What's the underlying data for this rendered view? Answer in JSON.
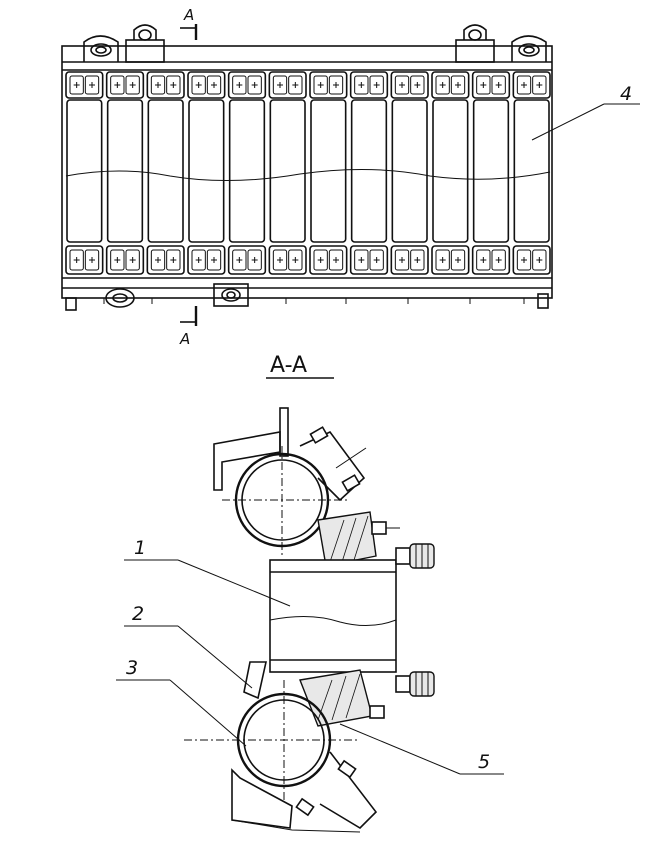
{
  "section_marker_top": "A",
  "section_marker_bottom": "A",
  "section_title": "A-A",
  "callouts": {
    "c1": "1",
    "c2": "2",
    "c3": "3",
    "c4": "4",
    "c5": "5"
  },
  "plan_view": {
    "cell_count": 12
  }
}
